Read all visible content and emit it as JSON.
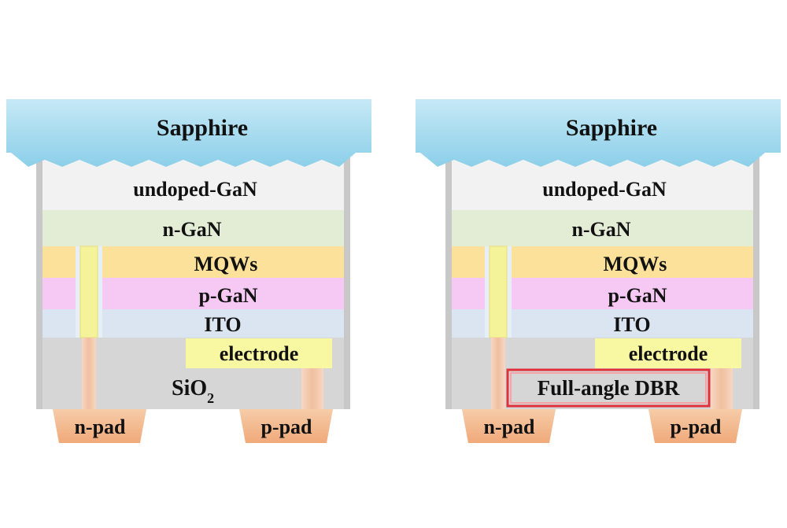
{
  "colors": {
    "sapphire_top": "#bfe6f4",
    "sapphire_bottom": "#8fd0ea",
    "undoped_gan": "#f2f2f2",
    "n_gan": "#e3edd6",
    "mqws": "#fbe19a",
    "p_gan": "#f6c9f4",
    "ito": "#dae5f1",
    "electrode": "#f8f8a3",
    "via": "#f3f08e",
    "insulator": "#d6d6d6",
    "pad": "#f2b88e",
    "dbr_highlight": "#e0303a"
  },
  "left_chip": {
    "sapphire": "Sapphire",
    "undoped_gan": "undoped-GaN",
    "n_gan": "n-GaN",
    "mqws": "MQWs",
    "p_gan": "p-GaN",
    "ito": "ITO",
    "electrode": "electrode",
    "insulator": "SiO",
    "insulator_sub": "2",
    "n_pad": "n-pad",
    "p_pad": "p-pad"
  },
  "right_chip": {
    "sapphire": "Sapphire",
    "undoped_gan": "undoped-GaN",
    "n_gan": "n-GaN",
    "mqws": "MQWs",
    "p_gan": "p-GaN",
    "ito": "ITO",
    "electrode": "electrode",
    "insulator": "Full-angle DBR",
    "n_pad": "n-pad",
    "p_pad": "p-pad"
  }
}
